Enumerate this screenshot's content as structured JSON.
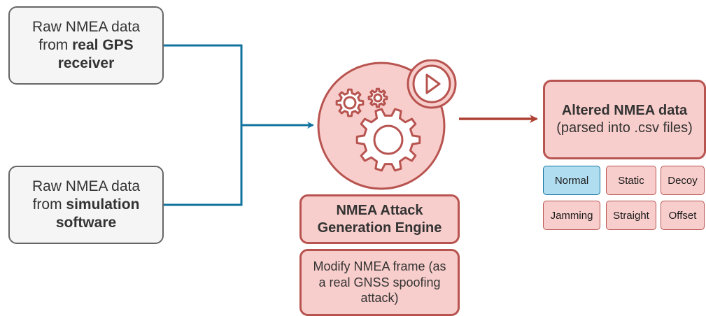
{
  "inputs": {
    "gps": {
      "line1": "Raw NMEA data",
      "line2_prefix": "from ",
      "line2_bold": "real GPS",
      "line3_bold": "receiver"
    },
    "sim": {
      "line1": "Raw NMEA data",
      "line2_prefix": "from ",
      "line2_bold": "simulation",
      "line3_bold": "software"
    }
  },
  "engine": {
    "title_line1": "NMEA Attack",
    "title_line2": "Generation Engine",
    "desc_line1": "Modify NMEA frame (as",
    "desc_line2": "a real GNSS spoofing",
    "desc_line3": "attack)",
    "icon": "gears-play-icon"
  },
  "output": {
    "title": "Altered NMEA data",
    "subtitle": "(parsed into .csv files)"
  },
  "tags": {
    "normal": "Normal",
    "static": "Static",
    "decoy": "Decoy",
    "jamming": "Jamming",
    "straight": "Straight",
    "offset": "Offset"
  },
  "colors": {
    "connector_blue": "#10739e",
    "connector_red": "#ae4132",
    "red_fill": "#f8cecc",
    "red_stroke": "#b85450",
    "blue_fill": "#b1ddf0",
    "gray_fill": "#f5f5f5",
    "gray_stroke": "#666666"
  }
}
